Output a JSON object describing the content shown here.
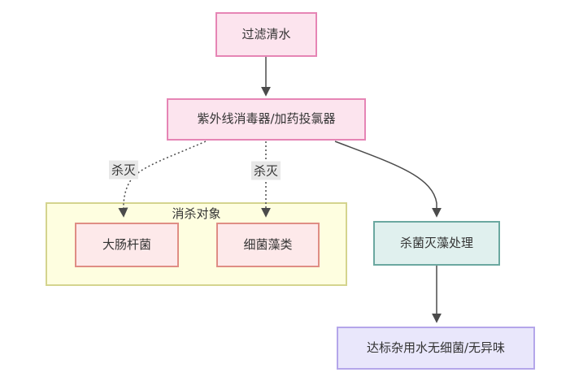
{
  "colors": {
    "pink_fill": "#fce4ee",
    "pink_border": "#e685b5",
    "salmon_fill": "#fde9ea",
    "salmon_border": "#df8d84",
    "yellow_fill": "#fefee0",
    "yellow_border": "#d4d48e",
    "teal_fill": "#e0f0ee",
    "teal_border": "#6ba8a0",
    "purple_fill": "#e9e7fb",
    "purple_border": "#b4a6ea",
    "edge": "#4b4b4b",
    "label_bg": "#e8e8e8",
    "text": "#333333"
  },
  "nodes": {
    "filter_water": {
      "label": "过滤清水"
    },
    "uv_chlorine": {
      "label": "紫外线消毒器/加药投氯器"
    },
    "disinfection_targets": {
      "label": "消杀对象"
    },
    "ecoli": {
      "label": "大肠杆菌"
    },
    "bacteria_algae": {
      "label": "细菌藻类"
    },
    "sterilization": {
      "label": "杀菌灭藻处理"
    },
    "result_water": {
      "label": "达标杂用水无细菌/无异味"
    }
  },
  "edges": {
    "kill_left": {
      "label": "杀灭"
    },
    "kill_mid": {
      "label": "杀灭"
    }
  }
}
